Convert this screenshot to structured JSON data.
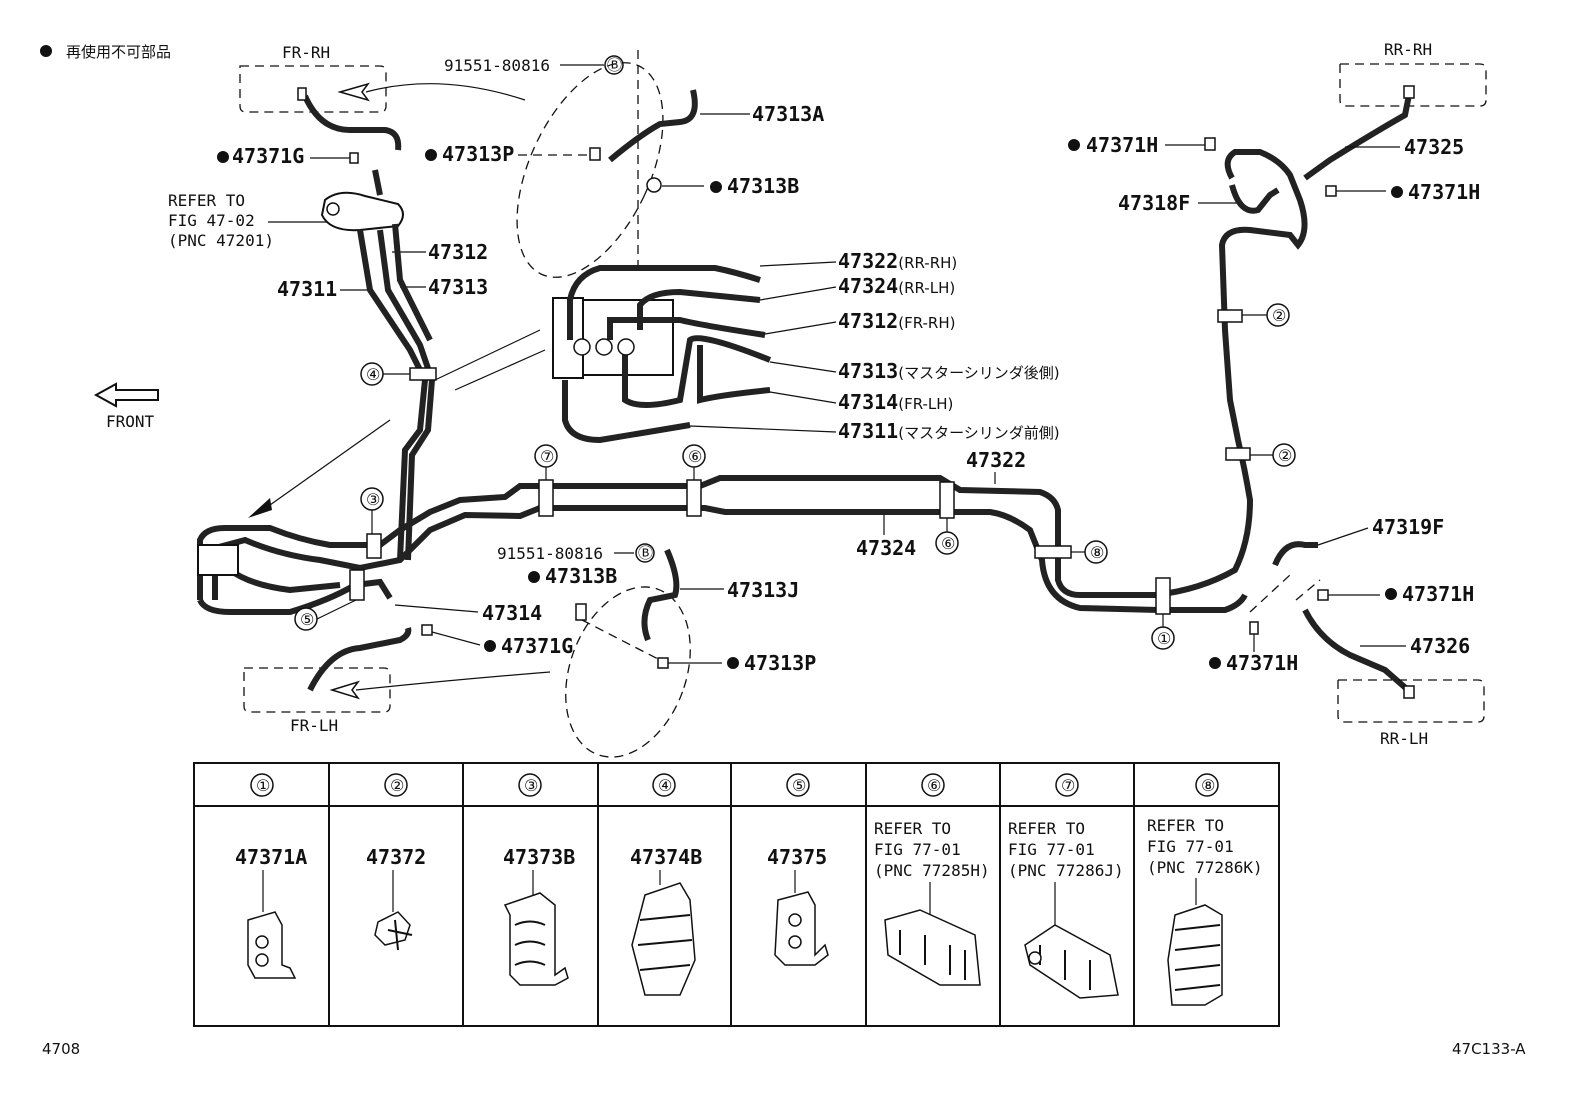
{
  "legend": {
    "symbol": "●",
    "text": "再使用不可部品"
  },
  "front_label": "FRONT",
  "corners": {
    "fr_rh": "FR-RH",
    "fr_lh": "FR-LH",
    "rr_rh": "RR-RH",
    "rr_lh": "RR-LH"
  },
  "refer_main": {
    "line1": "REFER TO",
    "line2": "FIG 47-02",
    "line3": "(PNC 47201)"
  },
  "parts": {
    "p91551_top": "91551-80816",
    "p91551_bot": "91551-80816",
    "b_top": "Ⓑ",
    "b_bot": "Ⓑ",
    "p47313A": "47313A",
    "p47313P_top": "47313P",
    "p47313B_top": "47313B",
    "p47371G_top": "47371G",
    "p47312": "47312",
    "p47313": "47313",
    "p47311": "47311",
    "p47322_main": "47322",
    "p47324_main": "47324",
    "p47313B_bot": "47313B",
    "p47313J": "47313J",
    "p47313P_bot": "47313P",
    "p47314": "47314",
    "p47371G_bot": "47371G",
    "p47371H_1": "47371H",
    "p47325": "47325",
    "p47371H_2": "47371H",
    "p47318F": "47318F",
    "p47319F": "47319F",
    "p47371H_3": "47371H",
    "p47326": "47326",
    "p47371H_4": "47371H"
  },
  "inset_labels": [
    {
      "pnc": "47322",
      "note": "(RR-RH)"
    },
    {
      "pnc": "47324",
      "note": "(RR-LH)"
    },
    {
      "pnc": "47312",
      "note": "(FR-RH)"
    },
    {
      "pnc": "47313",
      "note": "(マスターシリンダ後側)"
    },
    {
      "pnc": "47314",
      "note": "(FR-LH)"
    },
    {
      "pnc": "47311",
      "note": "(マスターシリンダ前側)"
    }
  ],
  "callouts": {
    "c1": "①",
    "c2a": "②",
    "c2b": "②",
    "c3": "③",
    "c4": "④",
    "c5": "⑤",
    "c6a": "⑥",
    "c6b": "⑥",
    "c7": "⑦",
    "c8": "⑧"
  },
  "table": {
    "headers": [
      "①",
      "②",
      "③",
      "④",
      "⑤",
      "⑥",
      "⑦",
      "⑧"
    ],
    "cells": [
      {
        "part": "47371A"
      },
      {
        "part": "47372"
      },
      {
        "part": "47373B"
      },
      {
        "part": "47374B"
      },
      {
        "part": "47375"
      },
      {
        "refer1": "REFER TO",
        "refer2": "FIG 77-01",
        "refer3": "(PNC 77285H)"
      },
      {
        "refer1": "REFER TO",
        "refer2": "FIG 77-01",
        "refer3": "(PNC 77286J)"
      },
      {
        "refer1": "REFER TO",
        "refer2": "FIG 77-01",
        "refer3": "(PNC 77286K)"
      }
    ]
  },
  "footer": {
    "left": "4708",
    "right": "47C133-A"
  }
}
